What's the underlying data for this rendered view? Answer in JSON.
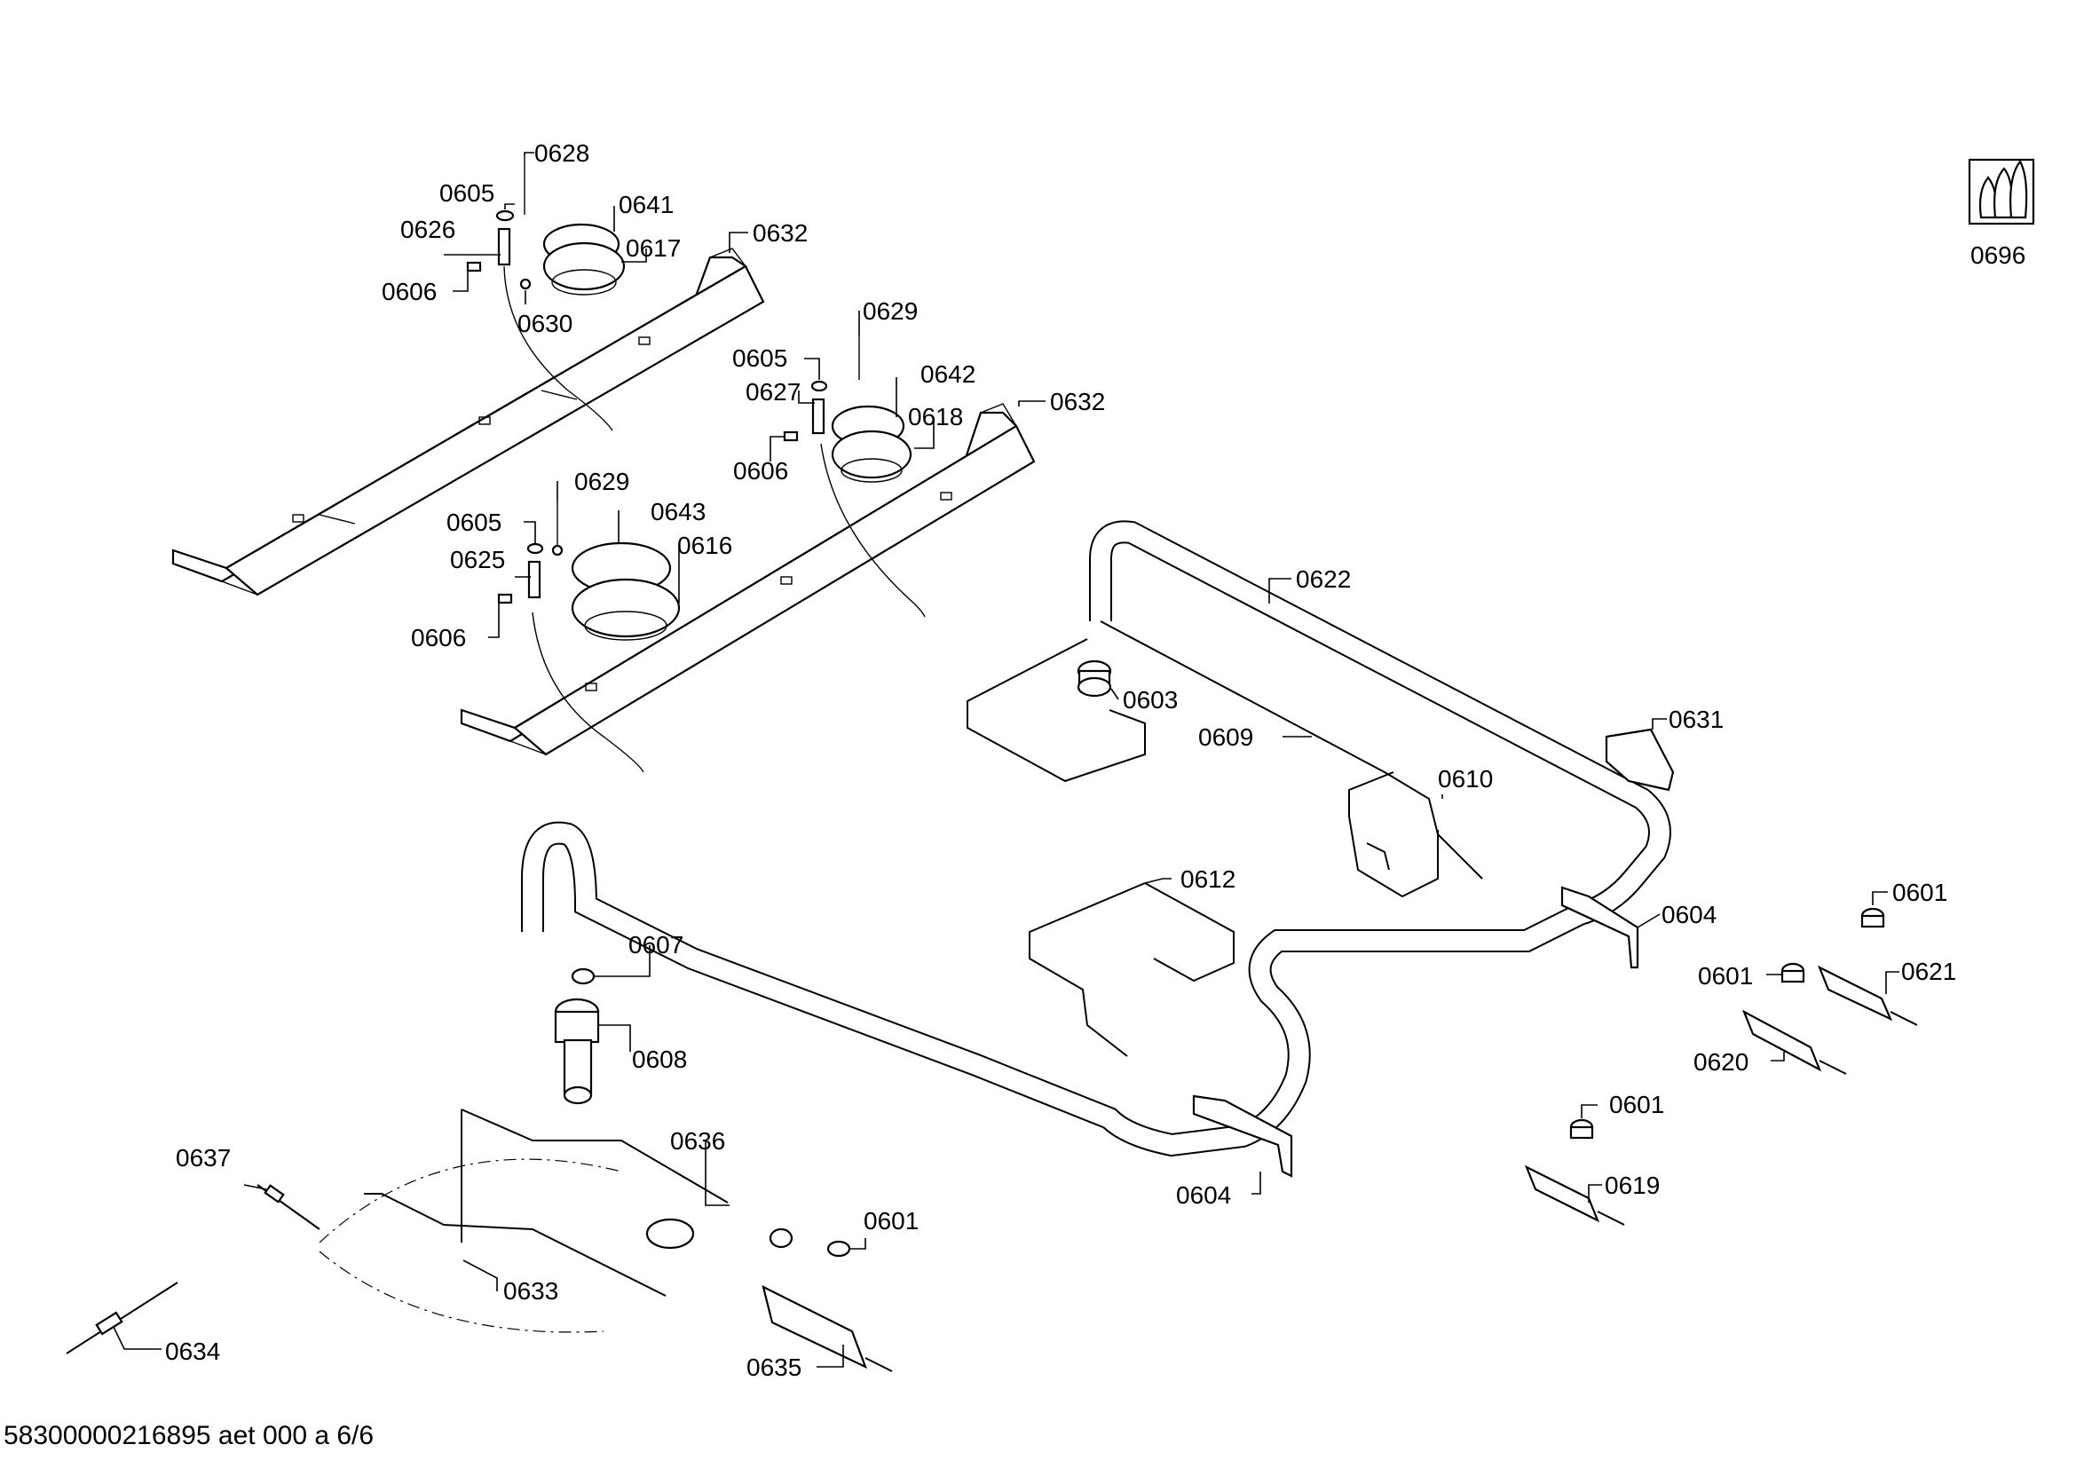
{
  "footer": "58300000216895 aet 000 a 6/6",
  "labels": {
    "p0628": "0628",
    "p0605a": "0605",
    "p0641": "0641",
    "p0626": "0626",
    "p0617": "0617",
    "p0632a": "0632",
    "p0606a": "0606",
    "p0630": "0630",
    "p0629a": "0629",
    "p0605b": "0605",
    "p0642": "0642",
    "p0627": "0627",
    "p0618": "0618",
    "p0632b": "0632",
    "p0606b": "0606",
    "p0629b": "0629",
    "p0605c": "0605",
    "p0643": "0643",
    "p0616": "0616",
    "p0625": "0625",
    "p0606c": "0606",
    "p0622": "0622",
    "p0603": "0603",
    "p0609": "0609",
    "p0631": "0631",
    "p0610": "0610",
    "p0612": "0612",
    "p0604a": "0604",
    "p0601a": "0601",
    "p0607": "0607",
    "p0601b": "0601",
    "p0621": "0621",
    "p0608": "0608",
    "p0620": "0620",
    "p0601c": "0601",
    "p0636": "0636",
    "p0637": "0637",
    "p0619": "0619",
    "p0604b": "0604",
    "p0601d": "0601",
    "p0633": "0633",
    "p0634": "0634",
    "p0635": "0635",
    "p0696": "0696"
  }
}
